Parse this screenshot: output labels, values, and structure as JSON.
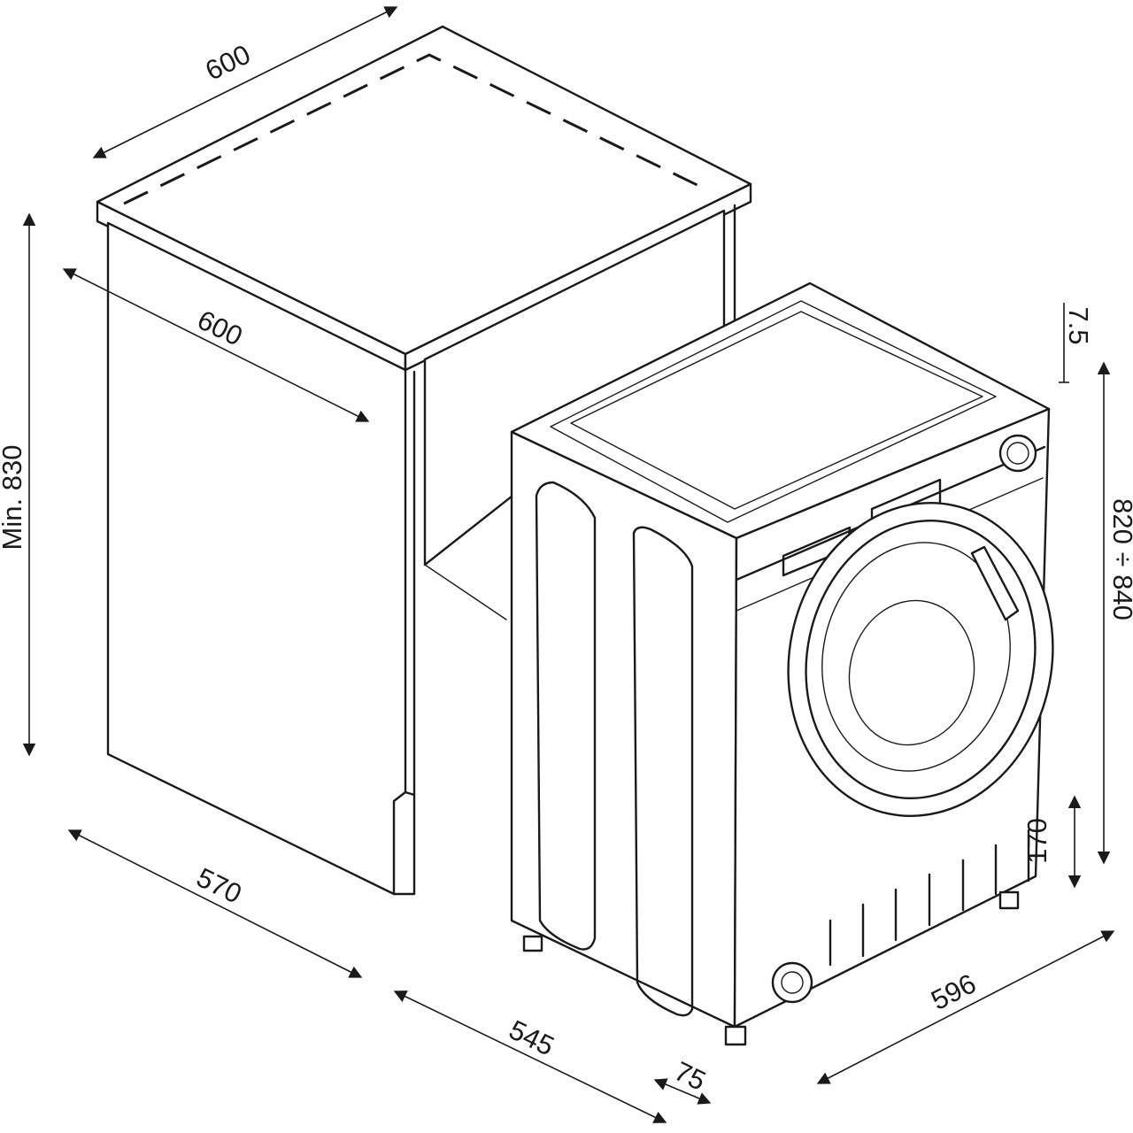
{
  "dimensions": {
    "top_width": "600",
    "cabinet_depth": "600",
    "min_height": "Min. 830",
    "base_depth": "570",
    "machine_depth": "545",
    "door_protrusion": "75",
    "machine_width": "596",
    "machine_height": "820 ÷ 840",
    "top_gap": "7.5",
    "plinth_height": "170"
  },
  "colors": {
    "line": "#1a1a1a",
    "background": "#ffffff"
  }
}
